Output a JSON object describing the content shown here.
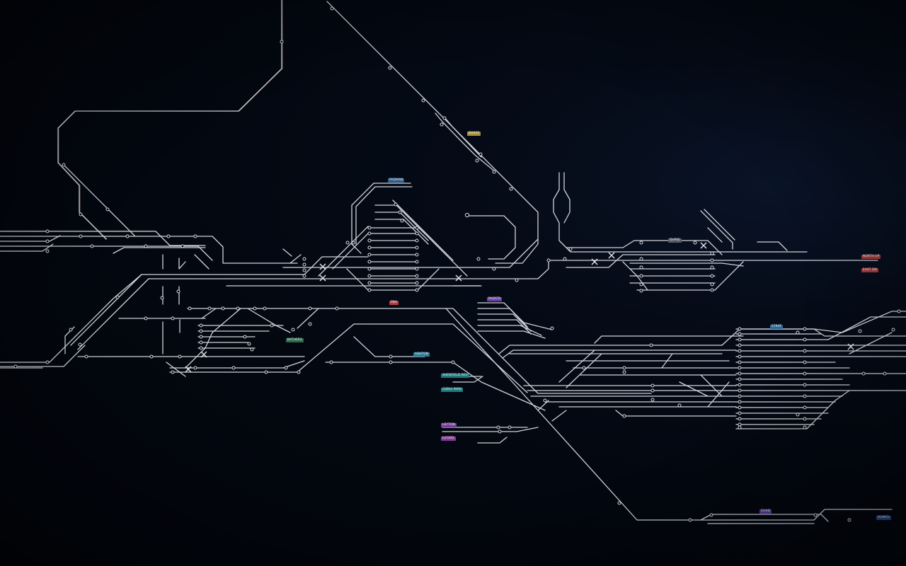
{
  "view": {
    "background": "#03070f",
    "track_color": "#cfd3da",
    "signal_color": "#d8dce3"
  },
  "station_labels": [
    {
      "id": "top-yellow",
      "text": "BOXES",
      "color": "#a58f3a"
    },
    {
      "id": "platform-north",
      "text": "PADMAN",
      "color": "#2d5a8a"
    },
    {
      "id": "red-small",
      "text": "PBA",
      "color": "#b83c48"
    },
    {
      "id": "purple-mid",
      "text": "PADSTA",
      "color": "#6b3fa0"
    },
    {
      "id": "east-upper",
      "text": "DVPSE",
      "color": "#555a68"
    },
    {
      "id": "east-red-1",
      "text": "NORTH UP",
      "color": "#a33a3a"
    },
    {
      "id": "east-red-2",
      "text": "EAST DN",
      "color": "#a33a3a"
    },
    {
      "id": "green-west",
      "text": "BATHERS",
      "color": "#2d6a4a"
    },
    {
      "id": "cyan-center",
      "text": "ASHTON",
      "color": "#2b7d96"
    },
    {
      "id": "teal-1",
      "text": "SHENFIELD REV",
      "color": "#1f7a7a"
    },
    {
      "id": "teal-2",
      "text": "GIDEA PARK",
      "color": "#1f7a7a"
    },
    {
      "id": "violet-1",
      "text": "LEYTON",
      "color": "#7a3aa0"
    },
    {
      "id": "magenta-1",
      "text": "ILFORD",
      "color": "#8a3a9a"
    },
    {
      "id": "east-cyan",
      "text": "STRAT",
      "color": "#2a6a9a"
    },
    {
      "id": "bottom-purple",
      "text": "CHAD",
      "color": "#5a3aa0"
    },
    {
      "id": "bottom-blue",
      "text": "ROMFD",
      "color": "#2a4a8a"
    }
  ]
}
